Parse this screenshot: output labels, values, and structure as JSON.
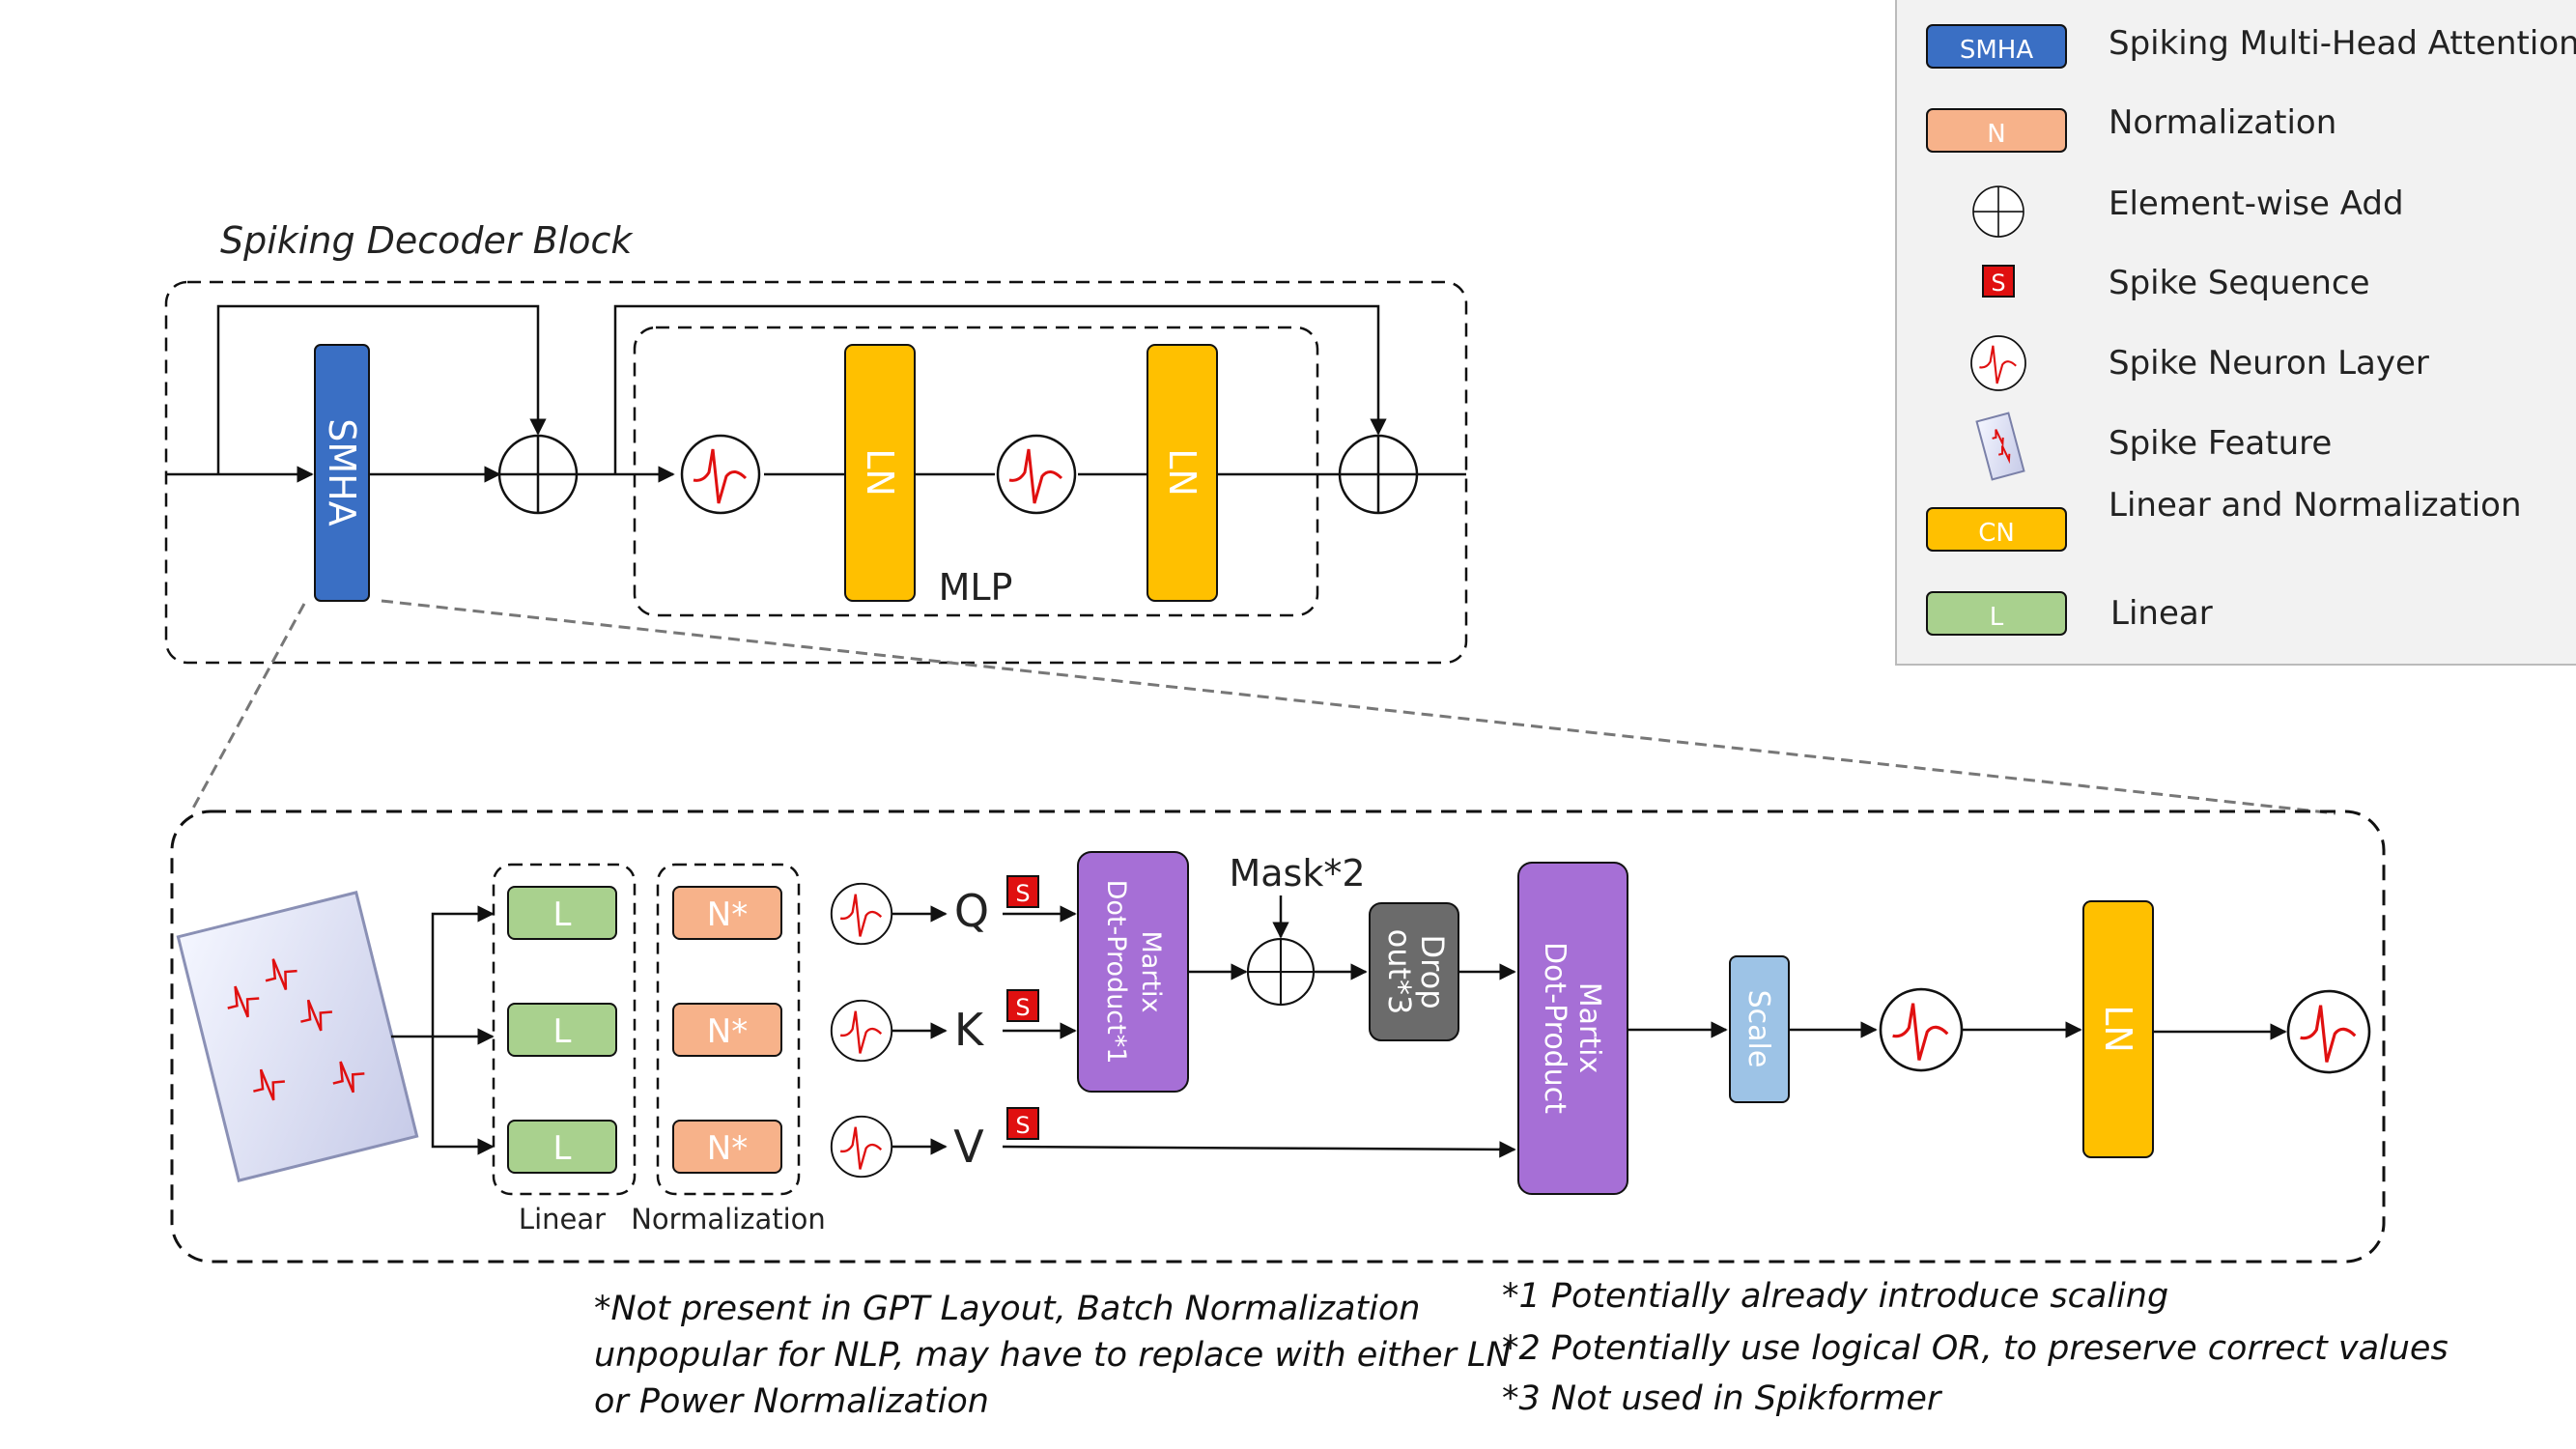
{
  "legend": {
    "items": [
      {
        "box": "SMHA",
        "label": "Spiking Multi-Head Attention",
        "color": "#3a6fc4"
      },
      {
        "box": "N",
        "label": "Normalization",
        "color": "#f7b28a"
      },
      {
        "symbol": "element-wise-add",
        "label": "Element-wise Add"
      },
      {
        "box": "S",
        "label": "Spike Sequence",
        "color": "#e01010"
      },
      {
        "symbol": "spike-neuron",
        "label": "Spike Neuron Layer"
      },
      {
        "symbol": "spike-feature",
        "label": "Spike Feature"
      },
      {
        "box": "CN",
        "label": "Linear and Normalization",
        "color": "#ffc000"
      },
      {
        "box": "L",
        "label": "Linear",
        "color": "#a9d18e"
      }
    ]
  },
  "decoder": {
    "title": "Spiking Decoder Block",
    "smha": "SMHA",
    "ln1": "LN",
    "ln2": "LN",
    "mlp": "MLP"
  },
  "attention": {
    "linear_box": "L",
    "norm_box": "N*",
    "linear_caption": "Linear",
    "norm_caption": "Normalization",
    "spike_tag": "S",
    "q": "Q",
    "k": "K",
    "v": "V",
    "matmul1_line1": "Martix",
    "matmul1_line2": "Dot-Product*1",
    "mask": "Mask*2",
    "dropout_line1": "Drop",
    "dropout_line2": "out*3",
    "matmul2_line1": "Martix",
    "matmul2_line2": "Dot-Product",
    "scale": "Scale",
    "ln": "LN"
  },
  "notes": {
    "star_note": [
      "*Not present in GPT Layout, Batch Normalization",
      "unpopular for NLP, may have to replace with either LN",
      "or Power Normalization"
    ],
    "note1_mark": "*1",
    "note1_text": "Potentially already introduce scaling",
    "note2_mark": "*2",
    "note2_text": "Potentially use logical OR, to preserve correct values",
    "note3_mark": "*3",
    "note3_text": "Not used in Spikformer"
  },
  "colors": {
    "smha": "#3a6fc4",
    "norm": "#f7b28a",
    "ln": "#ffc000",
    "linear": "#a9d18e",
    "matmul": "#a66fd6",
    "dropout": "#6b6b6b",
    "scale": "#9dc3e6",
    "spike": "#e01010"
  }
}
